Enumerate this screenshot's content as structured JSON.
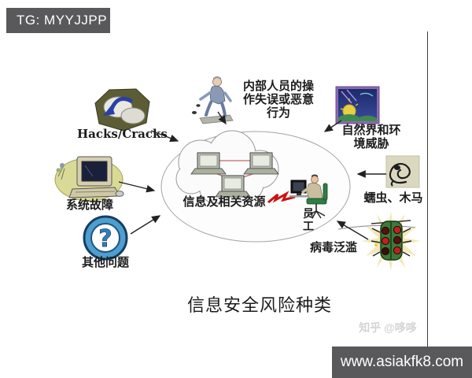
{
  "overlays": {
    "tg_badge": "TG: MYYJJPP",
    "website": "www.asiakfk8.com",
    "watermark": "知乎 @哆哆"
  },
  "diagram": {
    "title": "信息安全风险种类",
    "center": {
      "resources_label": "信息及相关资源",
      "employee_label": "员\n工"
    },
    "threats": {
      "hacks": "Hacks/Cracks",
      "system_failure": "系统故障",
      "other_issues": "其他问题",
      "insider": "内部人员的操\n作失误或恶意\n行为",
      "nature": "自然界和环\n境威胁",
      "worm_trojan": "蠕虫、木马",
      "virus_flood": "病毒泛滥"
    },
    "icons": {
      "hacks": "rock-with-arrow-icon",
      "system_failure": "desktop-computer-icon",
      "other_issues": "question-mark-icon",
      "question_glyph": "?",
      "insider": "sweeping-person-icon",
      "nature": "nature-scene-icon",
      "worm": "worm-icon",
      "virus": "bug-starburst-icon",
      "employee": "person-at-computer-icon",
      "network": "network-cloud-icon",
      "attack": "red-lightning-icon"
    },
    "colors": {
      "badge_bg": "#59595b",
      "badge_text": "#ffffff",
      "lightning_red": "#cc1111",
      "ellipse_stroke": "#a3a3a3",
      "question_blue": "#4e9ecf",
      "bug_green": "#3c7a38",
      "burst_yellow": "#f3e9b8"
    }
  }
}
